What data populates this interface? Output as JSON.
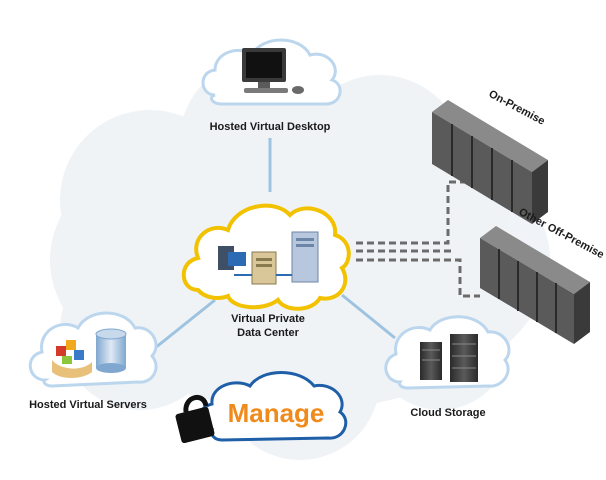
{
  "nodes": {
    "hosted_virtual_desktop": {
      "label": "Hosted Virtual Desktop"
    },
    "virtual_private_data_center": {
      "label_line1": "Virtual Private",
      "label_line2": "Data Center"
    },
    "hosted_virtual_servers": {
      "label": "Hosted Virtual Servers"
    },
    "cloud_storage": {
      "label": "Cloud Storage"
    },
    "manage": {
      "label": "Manage"
    },
    "on_premise": {
      "label": "On-Premise"
    },
    "other_off_premise": {
      "label": "Other Off-Premise"
    }
  },
  "colors": {
    "connector": "#9ec3e0",
    "dashed": "#6b6b6b",
    "data_center_outline": "#f2c200",
    "manage_text": "#f08a1a",
    "manage_outline": "#1f5fa8",
    "cloud_outline": "#bcd6ee"
  }
}
